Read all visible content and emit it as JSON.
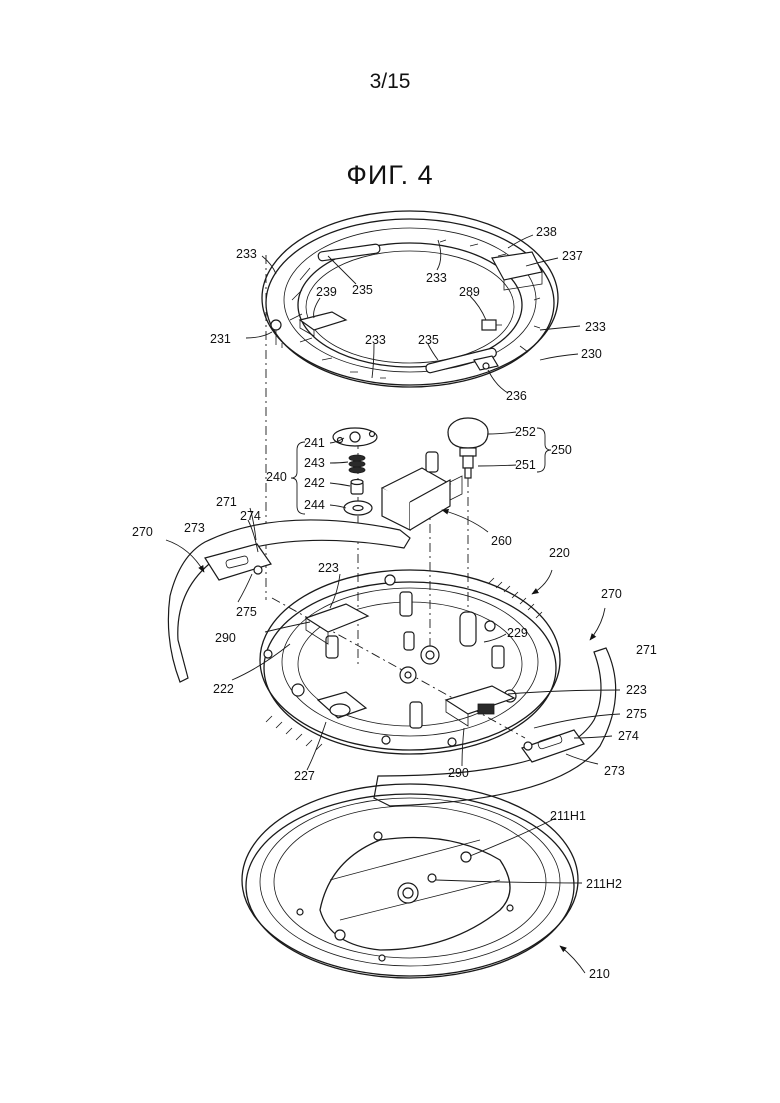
{
  "sheet": {
    "page_number": "3/15",
    "figure_title": "ФИГ. 4"
  },
  "reference_numerals": {
    "r233a": "233",
    "r235a": "235",
    "r233b": "233",
    "r238": "238",
    "r237": "237",
    "r239": "239",
    "r289": "289",
    "r233c": "233",
    "r231": "231",
    "r233d": "233",
    "r235b": "235",
    "r230": "230",
    "r236": "236",
    "r241": "241",
    "r243": "243",
    "r240": "240",
    "r242": "242",
    "r244": "244",
    "r252": "252",
    "r250": "250",
    "r251": "251",
    "r260": "260",
    "r271a": "271",
    "r270a": "270",
    "r273a": "273",
    "r274a": "274",
    "r223a": "223",
    "r220": "220",
    "r270b": "270",
    "r275a": "275",
    "r290a": "290",
    "r229": "229",
    "r271b": "271",
    "r222": "222",
    "r223b": "223",
    "r275b": "275",
    "r274b": "274",
    "r290b": "290",
    "r273b": "273",
    "r227": "227",
    "r211H1": "211H1",
    "r211H2": "211H2",
    "r210": "210"
  },
  "icons": {
    "callout_arrow": "arrow-icon"
  }
}
